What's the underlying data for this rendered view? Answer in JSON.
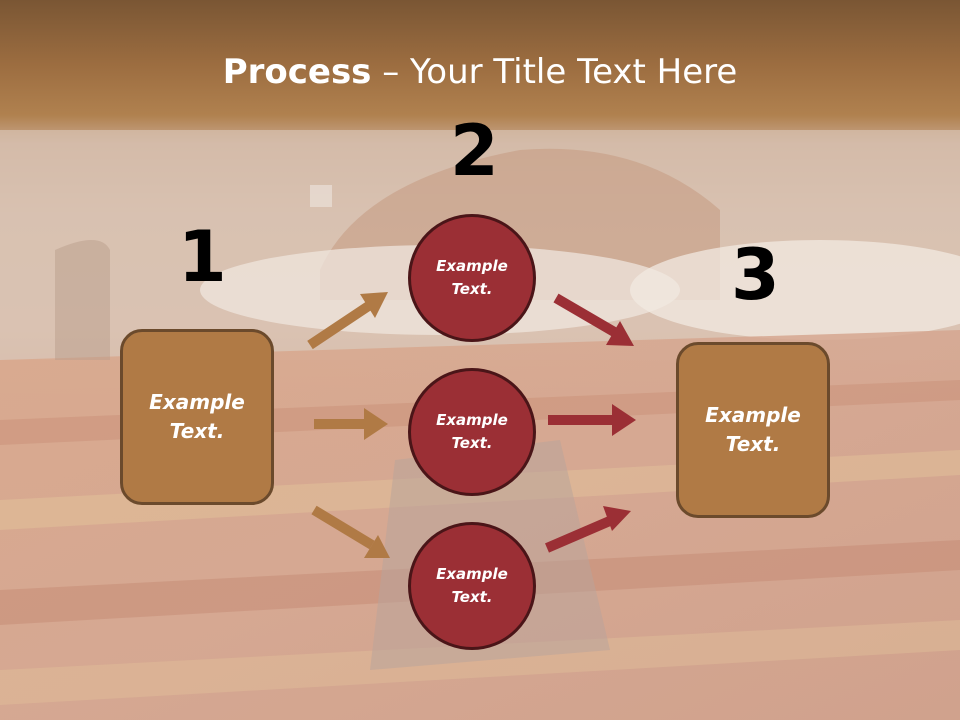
{
  "title": {
    "bold": "Process",
    "rest": " – Your Title Text Here"
  },
  "step_numbers": [
    "1",
    "2",
    "3"
  ],
  "left_box": {
    "line1": "Example",
    "line2": "Text."
  },
  "right_box": {
    "line1": "Example",
    "line2": "Text."
  },
  "circles": [
    {
      "line1": "Example",
      "line2": "Text."
    },
    {
      "line1": "Example",
      "line2": "Text."
    },
    {
      "line1": "Example",
      "line2": "Text."
    }
  ],
  "colors": {
    "box_fill": "#b07a45",
    "circle_fill": "#9b2f35",
    "arrow_brown": "#b07a45",
    "arrow_red": "#9b2f35",
    "title_band": "#9c6d40"
  }
}
